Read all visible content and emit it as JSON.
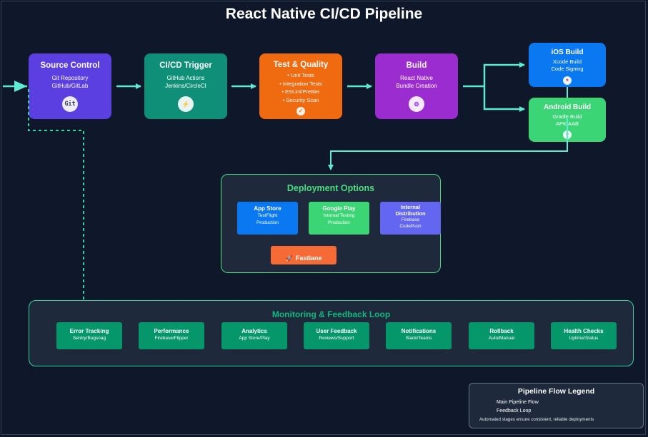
{
  "title": "React Native CI/CD Pipeline",
  "colors": {
    "background": "#0f172a",
    "flow_arrow": "#5eead4",
    "feedback_line": "#34d399",
    "panel_border": "#4ade80",
    "panel_bg": "#1e293b"
  },
  "stages": [
    {
      "title": "Source Control",
      "lines": [
        "Git Repository",
        "GitHub/GitLab"
      ],
      "icon": "git-icon",
      "icon_text": "Git",
      "color": "#5b3fe0"
    },
    {
      "title": "CI/CD Trigger",
      "lines": [
        "GitHub Actions",
        "Jenkins/CircleCI"
      ],
      "icon": "lightning-icon",
      "icon_text": "⚡",
      "color": "#0f8f78"
    },
    {
      "title": "Test & Quality",
      "lines": [
        "• Unit Tests",
        "• Integration Tests",
        "• ESLint/Prettier",
        "• Security Scan"
      ],
      "icon": "checkmark-icon",
      "icon_text": "✓",
      "color": "#f06a10"
    },
    {
      "title": "Build",
      "lines": [
        "React Native",
        "Bundle Creation"
      ],
      "icon": "gear-icon",
      "icon_text": "⚙",
      "color": "#9b2ccf"
    }
  ],
  "platform_builds": [
    {
      "title": "iOS Build",
      "lines": [
        "Xcode Build",
        "Code Signing"
      ],
      "icon": "apple-icon",
      "icon_text": "●",
      "color": "#0a78f0"
    },
    {
      "title": "Android Build",
      "lines": [
        "Gradle Build",
        "APK/AAB"
      ],
      "icon": "android-icon",
      "icon_text": "●",
      "color": "#3bd576"
    }
  ],
  "deployment": {
    "title": "Deployment Options",
    "options": [
      {
        "title": "App Store",
        "lines": [
          "TestFlight",
          "Production"
        ],
        "color": "#0a78f0"
      },
      {
        "title": "Google Play",
        "lines": [
          "Internal Testing",
          "Production"
        ],
        "color": "#3bd576"
      },
      {
        "title": "Internal Distribution",
        "lines": [
          "Firebase",
          "CodePush"
        ],
        "color": "#6366f1"
      }
    ],
    "fastlane": {
      "label": "Fastlane",
      "icon": "rocket-icon",
      "icon_text": "🚀",
      "color": "#f56a35"
    }
  },
  "monitoring": {
    "title": "Monitoring & Feedback Loop",
    "items": [
      {
        "title": "Error Tracking",
        "sub": "Sentry/Bugsnag"
      },
      {
        "title": "Performance",
        "sub": "Firebase/Flipper"
      },
      {
        "title": "Analytics",
        "sub": "App Store/Play"
      },
      {
        "title": "User Feedback",
        "sub": "Reviews/Support"
      },
      {
        "title": "Notifications",
        "sub": "Slack/Teams"
      },
      {
        "title": "Rollback",
        "sub": "Auto/Manual"
      },
      {
        "title": "Health Checks",
        "sub": "Uptime/Status"
      }
    ]
  },
  "legend": {
    "title": "Pipeline Flow Legend",
    "main_flow": "Main Pipeline Flow",
    "feedback": "Feedback Loop",
    "note": "Automated stages ensure consistent, reliable deployments"
  }
}
